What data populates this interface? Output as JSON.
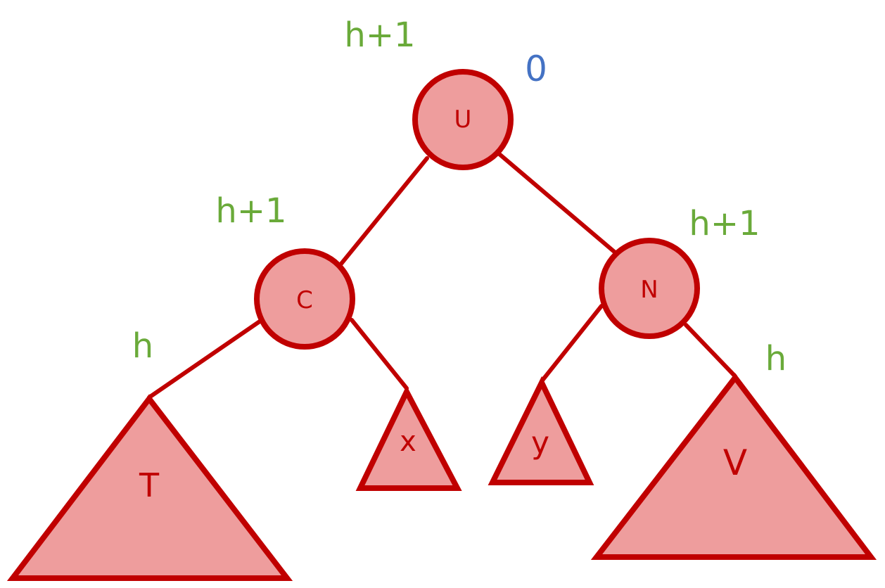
{
  "colors": {
    "fill": "#ee9d9d",
    "stroke": "#c00000",
    "height_label": "#6aaa3a",
    "balance_label": "#4472c4"
  },
  "nodes": {
    "u": "U",
    "c": "C",
    "n": "N"
  },
  "subtrees": {
    "t": "T",
    "x": "x",
    "y": "y",
    "v": "V"
  },
  "heights": {
    "u": "h+1",
    "c": "h+1",
    "n": "h+1",
    "t": "h",
    "v": "h"
  },
  "balance": {
    "u": "0"
  }
}
